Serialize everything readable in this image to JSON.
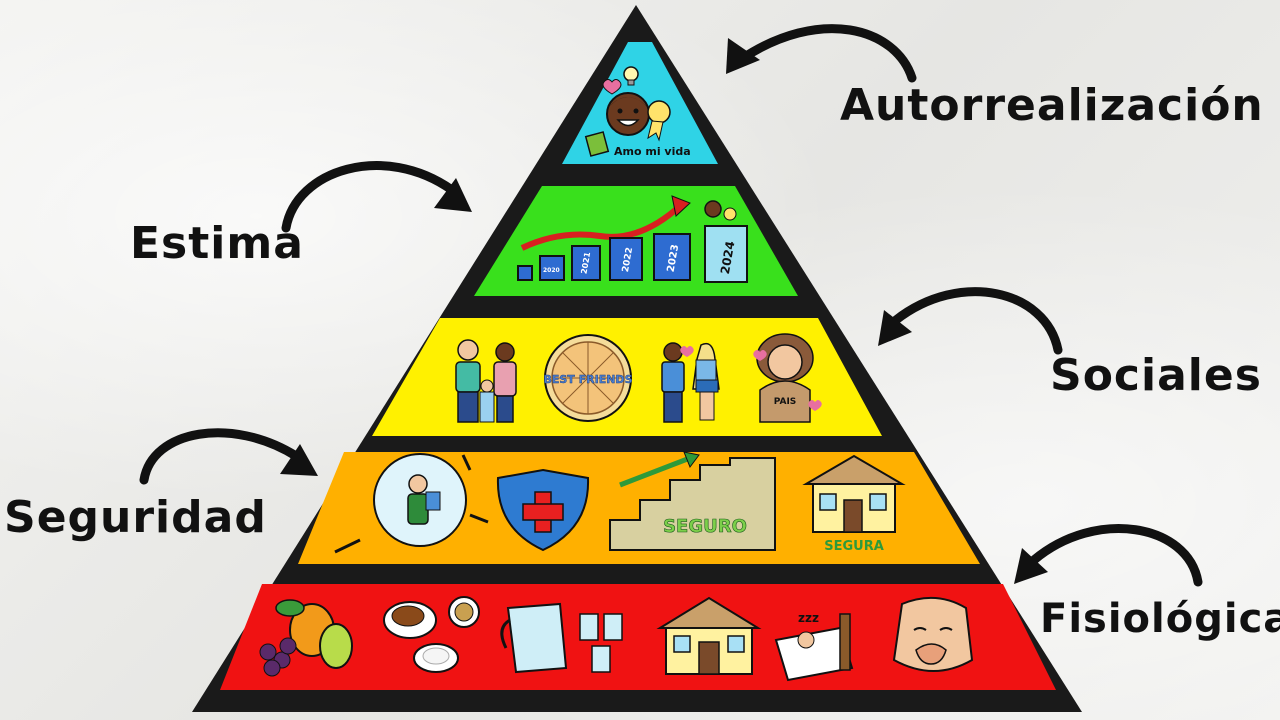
{
  "levels": {
    "self_actualization": {
      "label": "Autorrealización",
      "caption": "Amo mi vida",
      "color": "#2fd3e6"
    },
    "esteem": {
      "label": "Estima",
      "years": [
        "2020",
        "2021",
        "2022",
        "2023",
        "2024"
      ],
      "color": "#39e01c"
    },
    "social": {
      "label": "Sociales",
      "best_friends": "BEST FRIENDS",
      "pais": "PAIS",
      "color": "#fff100"
    },
    "safety": {
      "label": "Seguridad",
      "seguro": "SEGURO",
      "segura": "SEGURA",
      "color": "#ffb000"
    },
    "physiological": {
      "label": "Fisiológica",
      "sleep": "zzz",
      "color": "#f01212"
    }
  }
}
